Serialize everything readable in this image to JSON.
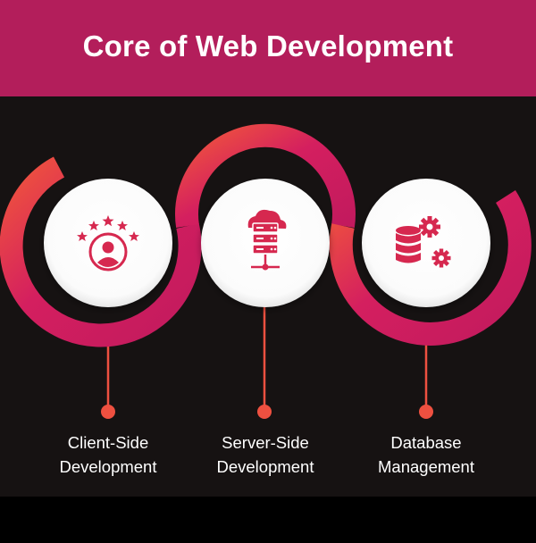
{
  "header": {
    "title": "Core of Web Development"
  },
  "items": [
    {
      "line1": "Client-Side",
      "line2": "Development",
      "icon": "user-rating-icon"
    },
    {
      "line1": "Server-Side",
      "line2": "Development",
      "icon": "cloud-server-icon"
    },
    {
      "line1": "Database",
      "line2": "Management",
      "icon": "database-gear-icon"
    }
  ],
  "colors": {
    "header_bg": "#b31e5b",
    "panel_bg": "#161212",
    "ring_magenta": "#d41f5f",
    "ring_orange": "#ee5040",
    "dot": "#ee5040",
    "icon": "#d6284f",
    "text": "#ffffff"
  }
}
